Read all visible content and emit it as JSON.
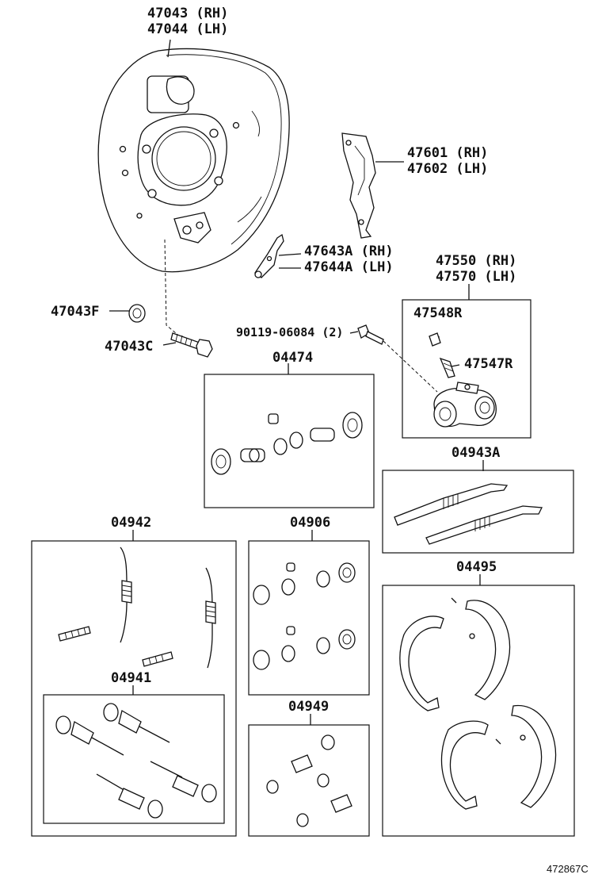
{
  "figure_number": "472867C",
  "labels": {
    "backing_plate": [
      "47043 (RH)",
      "47044 (LH)"
    ],
    "shoe_strut": [
      "47601 (RH)",
      "47602 (LH)"
    ],
    "parking_lever": [
      "47643A (RH)",
      "47644A (LH)"
    ],
    "wheel_cylinder": [
      "47550 (RH)",
      "47570 (LH)"
    ],
    "grommet": "47043F",
    "stud_bolt": "47043C",
    "cylinder_bolt": "90119-06084 (2)",
    "bleeder_cap": "47548R",
    "bleeder_plug": "47547R",
    "cylinder_kit": "04474",
    "adjuster_kit": "04943A",
    "spring_kit": "04942",
    "cup_kit": "04906",
    "shoe_set": "04495",
    "hold_down_kit": "04941",
    "boot_kit": "04949"
  }
}
